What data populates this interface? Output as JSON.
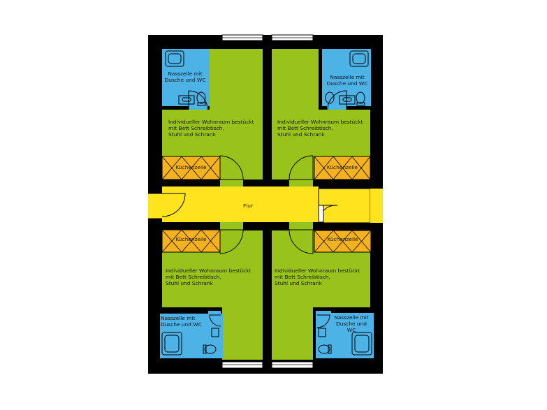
{
  "plan": {
    "colors": {
      "wall": "#000000",
      "room": "#99c21a",
      "bath": "#4db2e6",
      "kitchen": "#f5b21f",
      "corridor": "#ffe31f",
      "window": "#ffffff"
    },
    "rooms": [
      {
        "label": "Individueller Wohnraum bestückt\nmit Bett Schreibtisch,\nStuhl und Schrank"
      },
      {
        "label": "Individueller Wohnraum bestückt\nmit Bett Schreibtisch,\nStuhl und Schrank"
      },
      {
        "label": "Individueller Wohnraum bestückt\nmit Bett Schreibtisch,\nStuhl und Schrank"
      },
      {
        "label": "Individueller Wohnraum bestückt\nmit Bett Schreibtisch,\nStuhl und Schrank"
      }
    ],
    "baths": [
      {
        "label": "Nasszelle mit\nDusche und WC"
      },
      {
        "label": "Nasszelle mit\nDusche und WC"
      },
      {
        "label": "Nasszelle mit\nDusche und WC"
      },
      {
        "label": "Nasszelle mit\nDusche und WC"
      }
    ],
    "kitchens": [
      {
        "label": "Küchenzeile"
      },
      {
        "label": "Küchenzeile"
      },
      {
        "label": "Küchenzeile"
      },
      {
        "label": "Küchenzeile"
      }
    ],
    "corridor": {
      "label": "Flur"
    }
  }
}
